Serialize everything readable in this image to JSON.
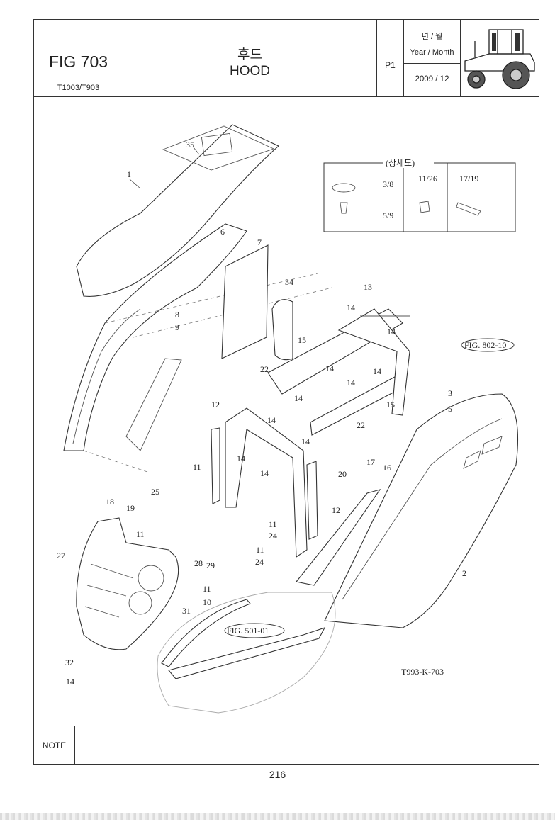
{
  "header": {
    "fig_number": "FIG 703",
    "model": "T1003/T903",
    "title_kr": "후드",
    "title_en": "HOOD",
    "page": "P1",
    "date_label_kr": "년 / 월",
    "date_label_en": "Year / Month",
    "date_value": "2009 / 12"
  },
  "diagram": {
    "detail_title": "(상세도)",
    "detail_labels": [
      "3/8",
      "5/9",
      "11/26",
      "17/19"
    ],
    "refs": [
      "FIG. 802-10",
      "FIG. 501-01"
    ],
    "drawing_code": "T993-K-703",
    "callouts": [
      "1",
      "35",
      "6",
      "7",
      "8",
      "9",
      "34",
      "13",
      "14",
      "22",
      "15",
      "12",
      "20",
      "11",
      "25",
      "18",
      "19",
      "17",
      "16",
      "2",
      "3",
      "5",
      "24",
      "27",
      "28",
      "29",
      "10",
      "31",
      "32"
    ]
  },
  "note": {
    "label": "NOTE",
    "text": ""
  },
  "page_number": "216"
}
